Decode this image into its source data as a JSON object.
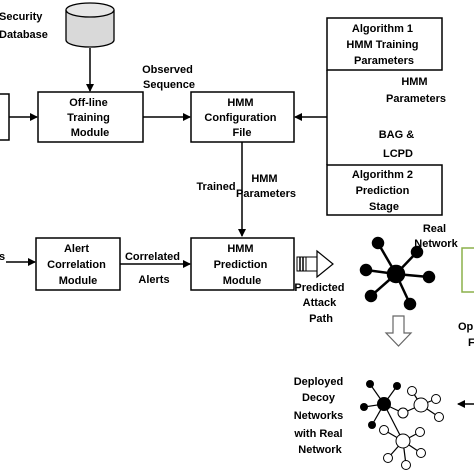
{
  "nodes": {
    "security_db": [
      "Security",
      "Database"
    ],
    "offline": [
      "Off-line",
      "Training",
      "Module"
    ],
    "hmm_config": [
      "HMM",
      "Configuration",
      "File"
    ],
    "algo1": [
      "Algorithm 1",
      "HMM Training",
      "Parameters"
    ],
    "algo2": [
      "Algorithm 2",
      "Prediction",
      "Stage"
    ],
    "alert_corr": [
      "Alert",
      "Correlation",
      "Module"
    ],
    "hmm_pred": [
      "HMM",
      "Prediction",
      "Module"
    ]
  },
  "edge_labels": {
    "observed": [
      "Observed",
      "Sequence"
    ],
    "hmm_params_right": [
      "HMM",
      "Parameters"
    ],
    "bag_lcpd": [
      "BAG &",
      "LCPD"
    ],
    "trained": "Trained",
    "hmm_params_mid": [
      "HMM",
      "Parameters"
    ],
    "correlated": [
      "Correlated",
      "Alerts"
    ],
    "left_stub": "s",
    "predicted": [
      "Predicted",
      "Attack",
      "Path"
    ],
    "real_network": [
      "Real",
      "Network"
    ],
    "deployed": [
      "Deployed",
      "Decoy",
      "Networks",
      "with Real",
      "Network"
    ],
    "op_partial": [
      "Op",
      "F"
    ]
  },
  "colors": {
    "line": "#000000",
    "fill": "#ffffff",
    "right_box_border": "#8bb04a"
  }
}
